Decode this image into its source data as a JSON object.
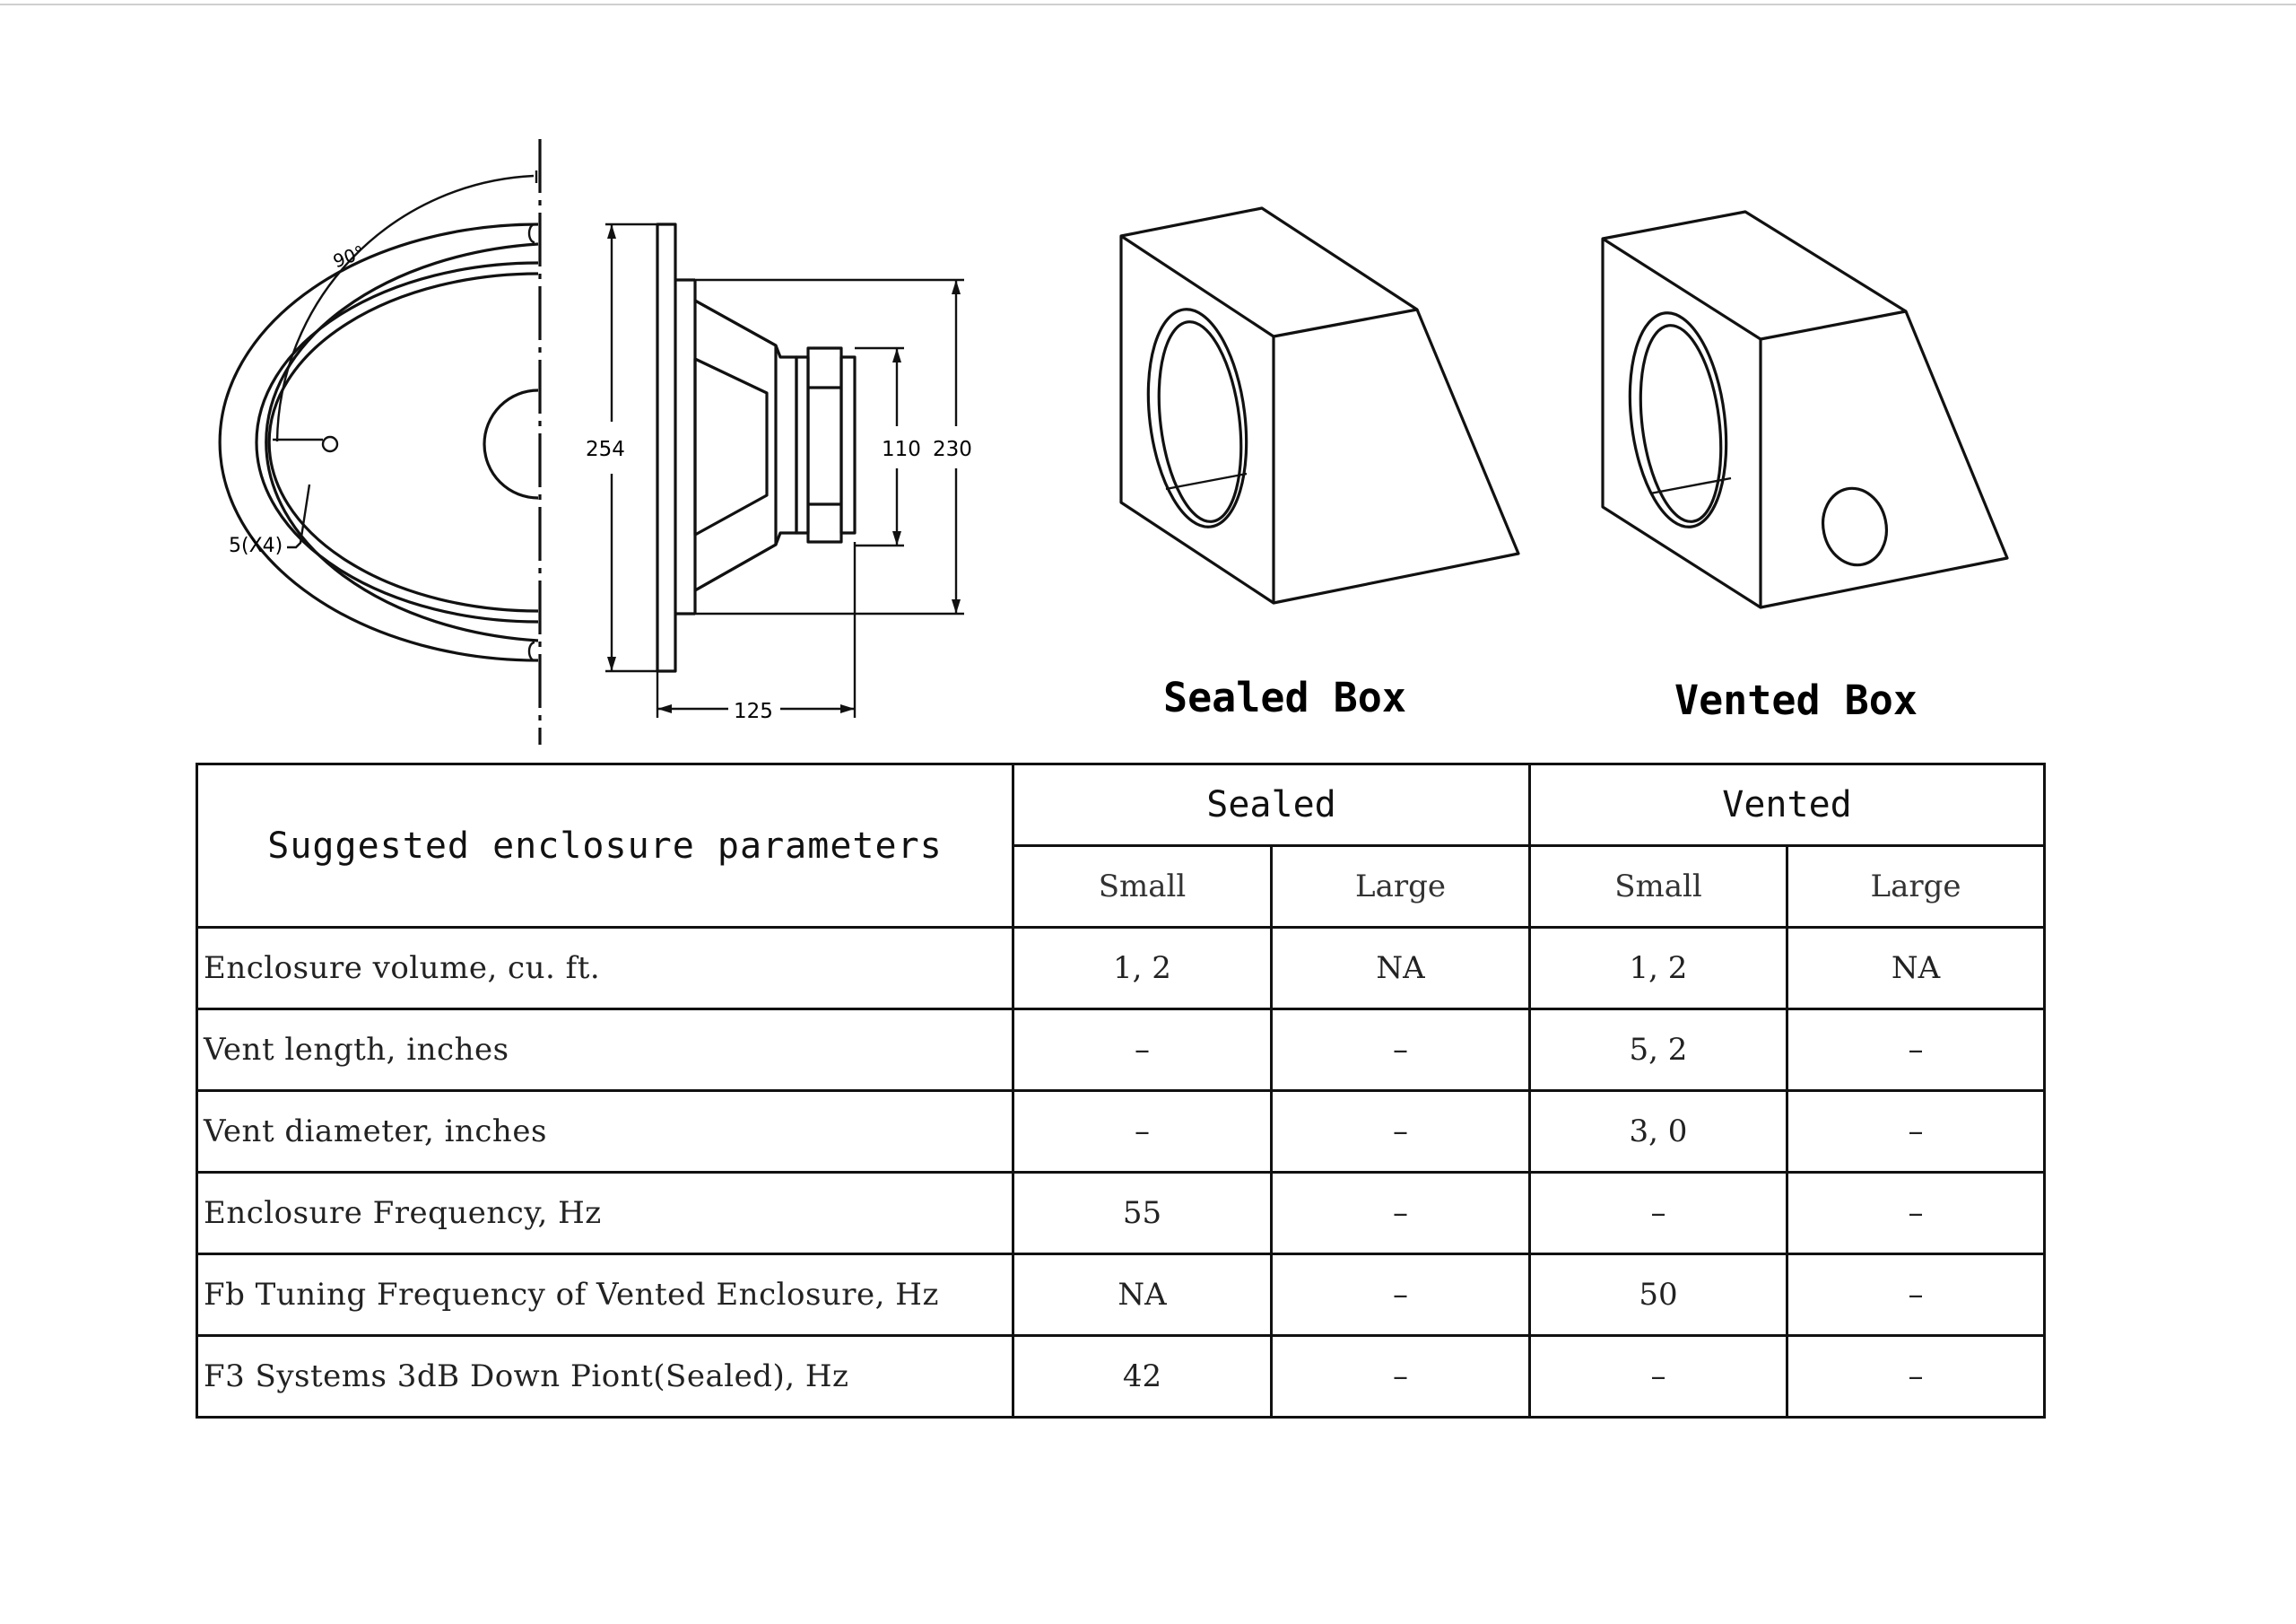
{
  "speaker_drawing": {
    "dim_angle": "90°",
    "dim_mount_holes": "5(X4)",
    "dim_diameter_outer": "254",
    "dim_magnet": "110",
    "dim_cutout": "230",
    "dim_depth": "125"
  },
  "boxes": {
    "sealed_caption": "Sealed Box",
    "vented_caption": "Vented Box"
  },
  "table": {
    "header_title": "Suggested enclosure parameters",
    "groups": [
      "Sealed",
      "Vented"
    ],
    "subheaders": [
      "Small",
      "Large",
      "Small",
      "Large"
    ],
    "rows": [
      {
        "label": "Enclosure volume, cu. ft.",
        "values": [
          "1, 2",
          "NA",
          "1, 2",
          "NA"
        ]
      },
      {
        "label": "Vent length, inches",
        "values": [
          "–",
          "–",
          "5, 2",
          "–"
        ]
      },
      {
        "label": "Vent diameter, inches",
        "values": [
          "–",
          "–",
          "3, 0",
          "–"
        ]
      },
      {
        "label": "Enclosure Frequency, Hz",
        "values": [
          "55",
          "–",
          "–",
          "–"
        ]
      },
      {
        "label": "Fb Tuning Frequency of Vented Enclosure, Hz",
        "values": [
          "NA",
          "–",
          "50",
          "–"
        ]
      },
      {
        "label": "F3 Systems 3dB Down Piont(Sealed), Hz",
        "values": [
          "42",
          "–",
          "–",
          "–"
        ]
      }
    ]
  }
}
